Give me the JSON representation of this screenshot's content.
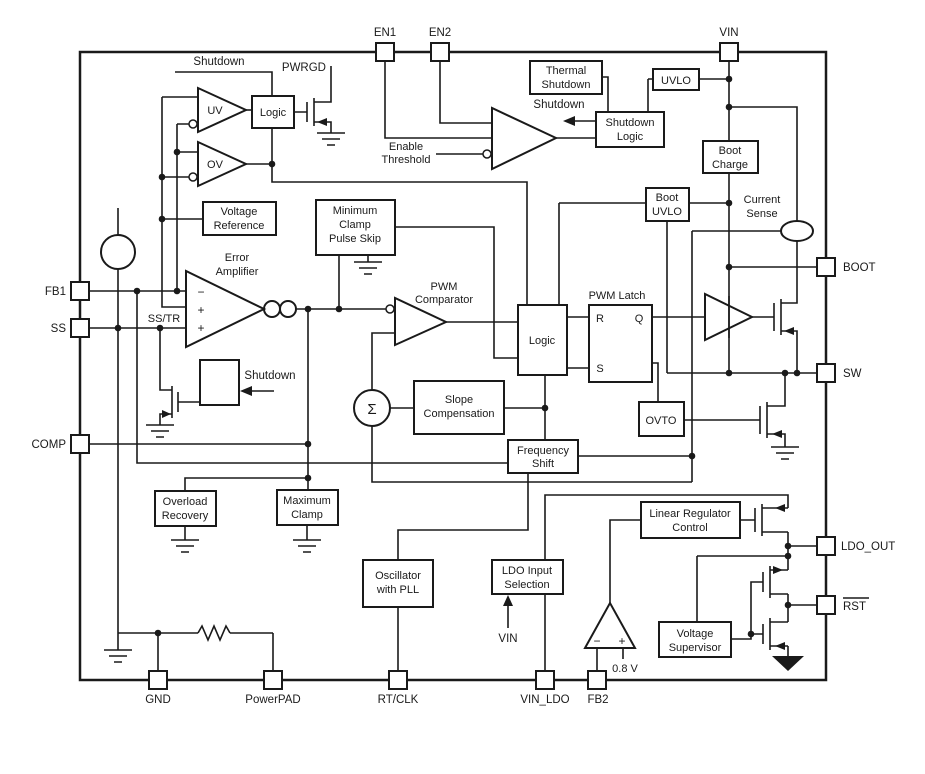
{
  "pins": {
    "en1": "EN1",
    "en2": "EN2",
    "vin": "VIN",
    "fb1": "FB1",
    "ss": "SS",
    "comp": "COMP",
    "boot": "BOOT",
    "sw": "SW",
    "ldo_out": "LDO_OUT",
    "rst": "RST",
    "gnd": "GND",
    "powerpad": "PowerPAD",
    "rt_clk": "RT/CLK",
    "vin_ldo": "VIN_LDO",
    "fb2": "FB2"
  },
  "blocks": {
    "pwrgd_logic": "Logic",
    "thermal_shutdown": [
      "Thermal",
      "Shutdown"
    ],
    "shutdown_logic": [
      "Shutdown",
      "Logic"
    ],
    "uvlo": "UVLO",
    "boot_charge": [
      "Boot",
      "Charge"
    ],
    "boot_uvlo": [
      "Boot",
      "UVLO"
    ],
    "voltage_reference": [
      "Voltage",
      "Reference"
    ],
    "minimum_clamp": [
      "Minimum",
      "Clamp",
      "Pulse Skip"
    ],
    "main_logic": "Logic",
    "pwm_latch": {
      "title": "PWM Latch",
      "r": "R",
      "q": "Q",
      "s": "S"
    },
    "ovto": "OVTO",
    "slope_compensation": [
      "Slope",
      "Compensation"
    ],
    "frequency_shift": [
      "Frequency",
      "Shift"
    ],
    "overload_recovery": [
      "Overload",
      "Recovery"
    ],
    "maximum_clamp": [
      "Maximum",
      "Clamp"
    ],
    "oscillator": [
      "Oscillator",
      "with PLL"
    ],
    "ldo_input_selection": [
      "LDO Input",
      "Selection"
    ],
    "linear_regulator": [
      "Linear Regulator",
      "Control"
    ],
    "voltage_supervisor": [
      "Voltage",
      "Supervisor"
    ]
  },
  "labels": {
    "shutdown_top": "Shutdown",
    "pwrgd": "PWRGD",
    "enable_threshold": [
      "Enable",
      "Threshold"
    ],
    "shutdown_signal": "Shutdown",
    "shutdown_ea": "Shutdown",
    "ss_tr": "SS/TR",
    "error_amplifier": [
      "Error",
      "Amplifier"
    ],
    "pwm_comparator": [
      "PWM",
      "Comparator"
    ],
    "current_sense": [
      "Current",
      "Sense"
    ],
    "uv": "UV",
    "ov": "OV",
    "sigma": "Σ",
    "vref": "0.8 V",
    "vin_internal": "VIN",
    "minus": "−",
    "plus": "+"
  }
}
